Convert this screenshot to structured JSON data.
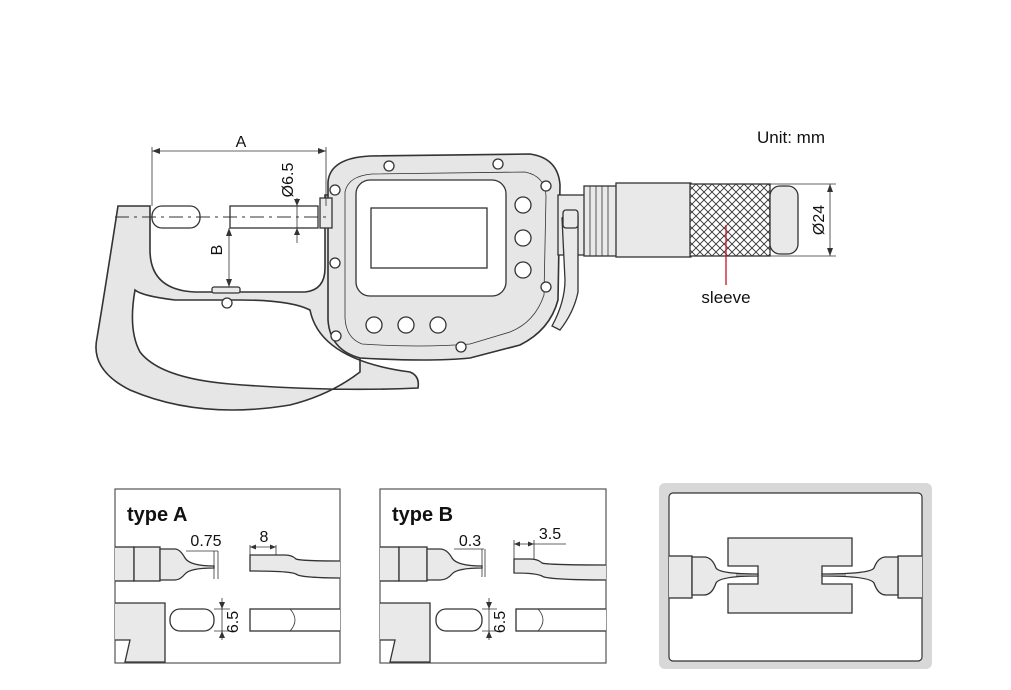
{
  "unit_label": "Unit: mm",
  "main": {
    "dim_a": "A",
    "dim_b": "B",
    "spindle_dia": "Ø6.5",
    "thimble_dia": "Ø24",
    "callout": "sleeve"
  },
  "type_a": {
    "title": "type A",
    "tip_width": "0.75",
    "tip_length": "8",
    "face_dia": "6.5"
  },
  "type_b": {
    "title": "type B",
    "tip_width": "0.3",
    "tip_length": "3.5",
    "face_dia": "6.5"
  }
}
